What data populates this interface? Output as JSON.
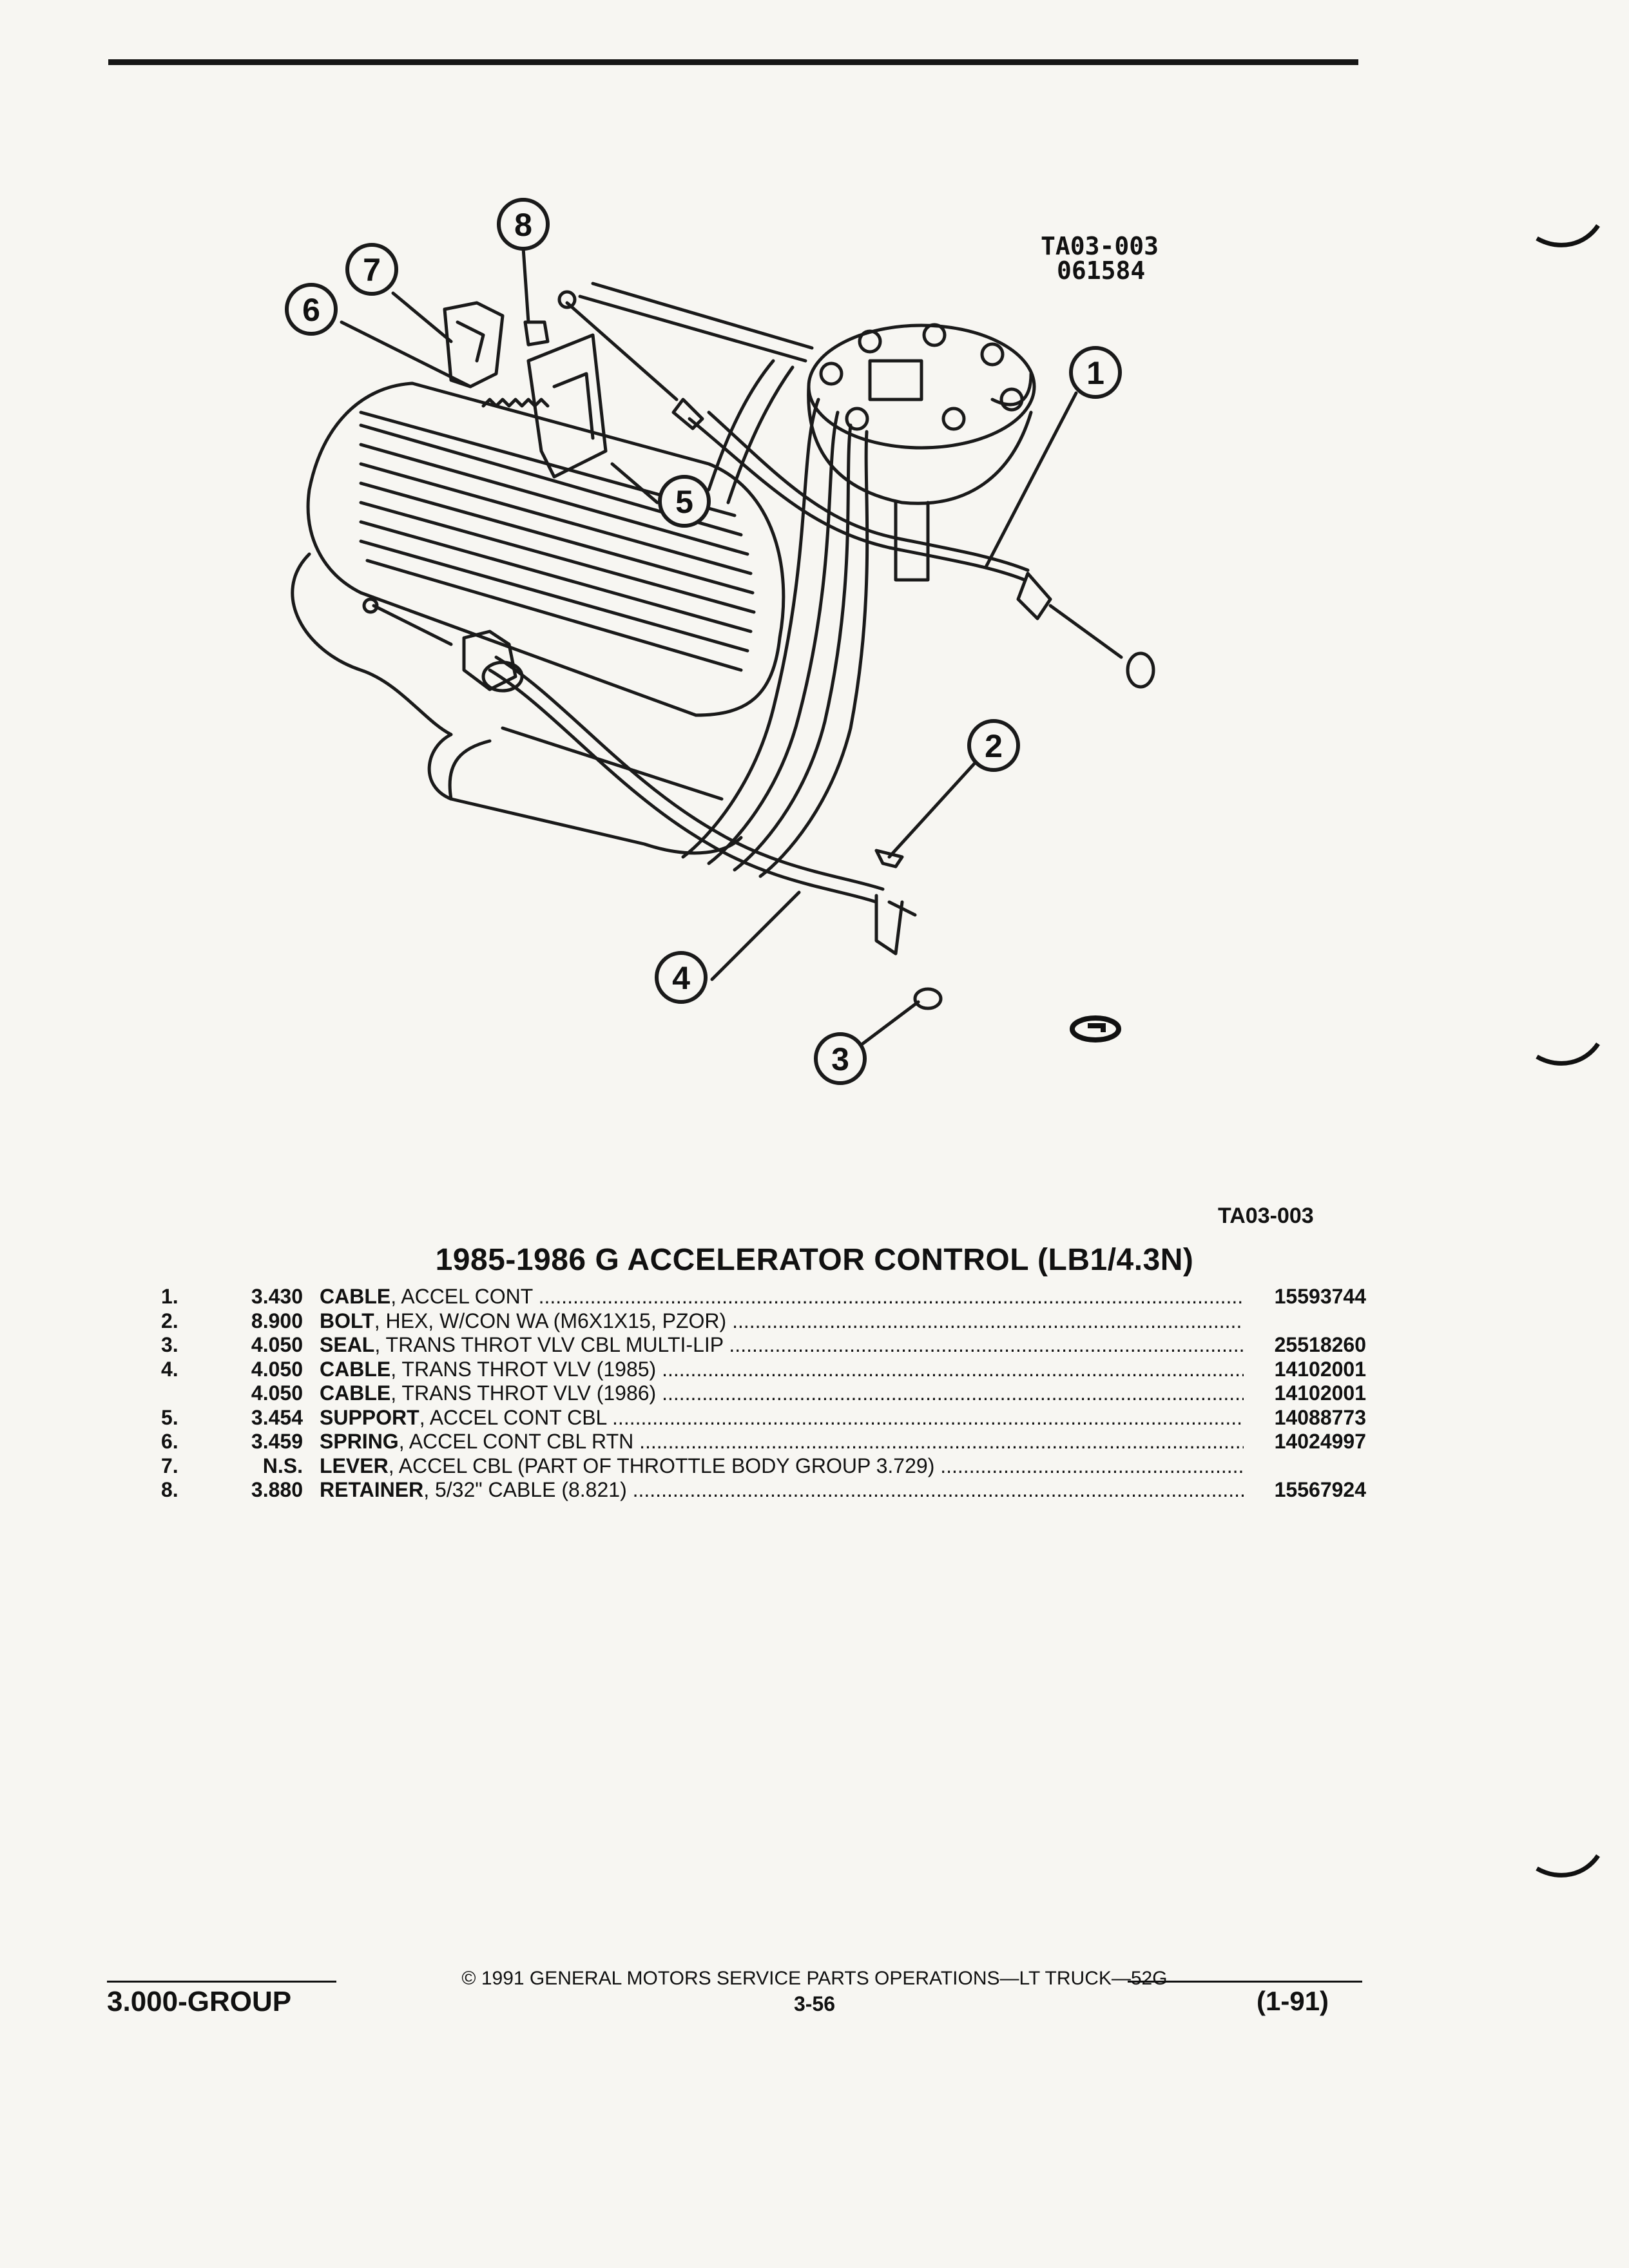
{
  "diagram": {
    "ref_line1": "TA03-003",
    "ref_line2": "061584",
    "callouts": [
      "1",
      "2",
      "3",
      "4",
      "5",
      "6",
      "7",
      "8"
    ],
    "ref_code": "TA03-003"
  },
  "section": {
    "title": "1985-1986 G ACCELERATOR CONTROL (LB1/4.3N)"
  },
  "parts": [
    {
      "num": "1.",
      "group": "3.430",
      "name": "CABLE",
      "desc": ", ACCEL CONT",
      "pn": "15593744"
    },
    {
      "num": "2.",
      "group": "8.900",
      "name": "BOLT",
      "desc": ", HEX, W/CON WA (M6X1X15, PZOR)",
      "pn": ""
    },
    {
      "num": "3.",
      "group": "4.050",
      "name": "SEAL",
      "desc": ", TRANS THROT VLV CBL MULTI-LIP",
      "pn": "25518260"
    },
    {
      "num": "4.",
      "group": "4.050",
      "name": "CABLE",
      "desc": ", TRANS THROT VLV (1985)",
      "pn": "14102001"
    },
    {
      "num": "",
      "group": "4.050",
      "name": "CABLE",
      "desc": ", TRANS THROT VLV (1986)",
      "pn": "14102001"
    },
    {
      "num": "5.",
      "group": "3.454",
      "name": "SUPPORT",
      "desc": ", ACCEL CONT CBL",
      "pn": "14088773"
    },
    {
      "num": "6.",
      "group": "3.459",
      "name": "SPRING",
      "desc": ", ACCEL CONT CBL RTN",
      "pn": "14024997"
    },
    {
      "num": "7.",
      "group": "N.S.",
      "name": "LEVER",
      "desc": ", ACCEL CBL (PART OF THROTTLE BODY GROUP 3.729)",
      "pn": ""
    },
    {
      "num": "8.",
      "group": "3.880",
      "name": "RETAINER",
      "desc": ", 5/32\" CABLE (8.821)",
      "pn": "15567924"
    }
  ],
  "footer": {
    "copyright": "© 1991 GENERAL MOTORS SERVICE PARTS OPERATIONS—LT TRUCK—52G",
    "group": "3.000-GROUP",
    "page": "3-56",
    "date_code": "(1-91)"
  }
}
